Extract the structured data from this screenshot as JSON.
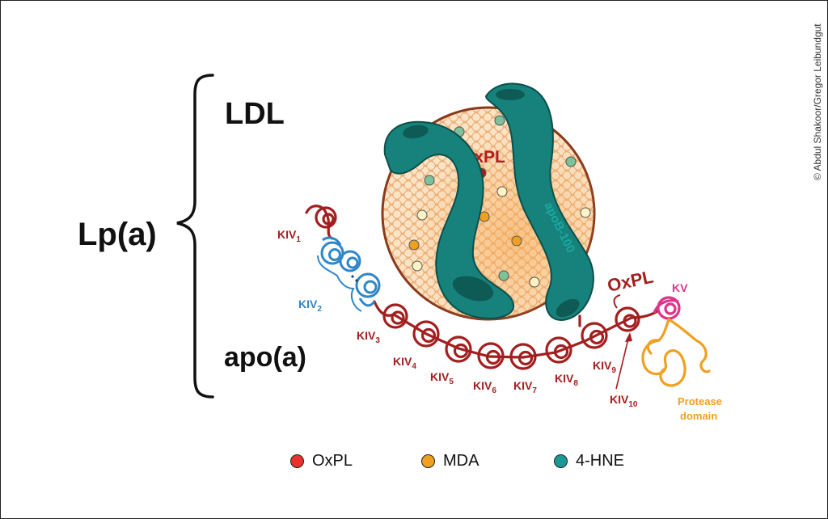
{
  "labels": {
    "ldl": "LDL",
    "lpa": "Lp(a)",
    "apoa": "apo(a)",
    "oxpl_core": "OxPL",
    "oxpl_side": "OxPL",
    "apob": "apoB-100",
    "kv": "KV",
    "protease": "Protease",
    "protease2": "domain",
    "credit": "© Abdul Shakoor/Gregor Leibundgut"
  },
  "kringles": [
    {
      "base": "KIV",
      "sub": "1"
    },
    {
      "base": "KIV",
      "sub": "2"
    },
    {
      "base": "KIV",
      "sub": "3"
    },
    {
      "base": "KIV",
      "sub": "4"
    },
    {
      "base": "KIV",
      "sub": "5"
    },
    {
      "base": "KIV",
      "sub": "6"
    },
    {
      "base": "KIV",
      "sub": "7"
    },
    {
      "base": "KIV",
      "sub": "8"
    },
    {
      "base": "KIV",
      "sub": "9"
    },
    {
      "base": "KIV",
      "sub": "10"
    }
  ],
  "legend": [
    {
      "label": "OxPL",
      "color": "#e8332c"
    },
    {
      "label": "MDA",
      "color": "#f0a020"
    },
    {
      "label": "4-HNE",
      "color": "#1a9a94"
    }
  ],
  "colors": {
    "apoa": "#a31f1f",
    "kiv2": "#2f86c8",
    "kv": "#e0338a",
    "protease": "#f0a020",
    "apob": "#15807a",
    "ldl_fill": "#f6c99a"
  }
}
